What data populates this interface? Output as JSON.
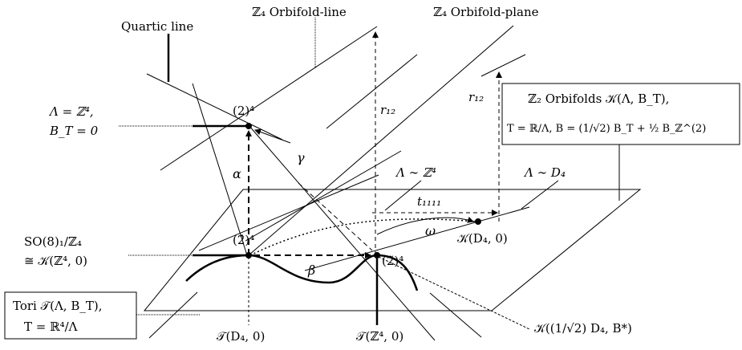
{
  "labels": {
    "quartic_line": "Quartic line",
    "z4_orbifold_line": "ℤ₄ Orbifold-line",
    "z4_orbifold_plane": "ℤ₄ Orbifold-plane",
    "lambda_z4_line1": "Λ = ℤ⁴,",
    "lambda_z4_line2": "B_T = 0",
    "point_2_4": "(2)⁴",
    "r12_left": "r₁₂",
    "r12_right": "r₁₂",
    "z2_box_line1": "ℤ₂ Orbifolds 𝒦(Λ, B_T),",
    "z2_box_line2": "T = ℝ/Λ, B = (1/√2) B_T + ½ B_ℤ^(2)",
    "alpha": "α",
    "gamma": "γ",
    "beta": "β",
    "omega": "ω",
    "lambda_sim_z4": "Λ ∼ ℤ⁴",
    "lambda_sim_d4": "Λ ∼ D₄",
    "t1111": "t₁₁₁₁",
    "k_d4_0": "𝒦(D₄, 0)",
    "so8_line1": "SO(8)₁/ℤ₄",
    "so8_line2": "≅ 𝒦(ℤ⁴, 0)",
    "hat2_4": "(2̂)⁴",
    "tilde2_4": "(2̃)⁴",
    "tori_line1": "Tori 𝒯(Λ, B_T),",
    "tori_line2": "T = ℝ⁴/Λ",
    "t_d4_0": "𝒯(D₄, 0)",
    "t_z4_0": "𝒯(ℤ⁴, 0)",
    "k_half_d4": "𝒦((1/√2) D₄, B*)"
  }
}
